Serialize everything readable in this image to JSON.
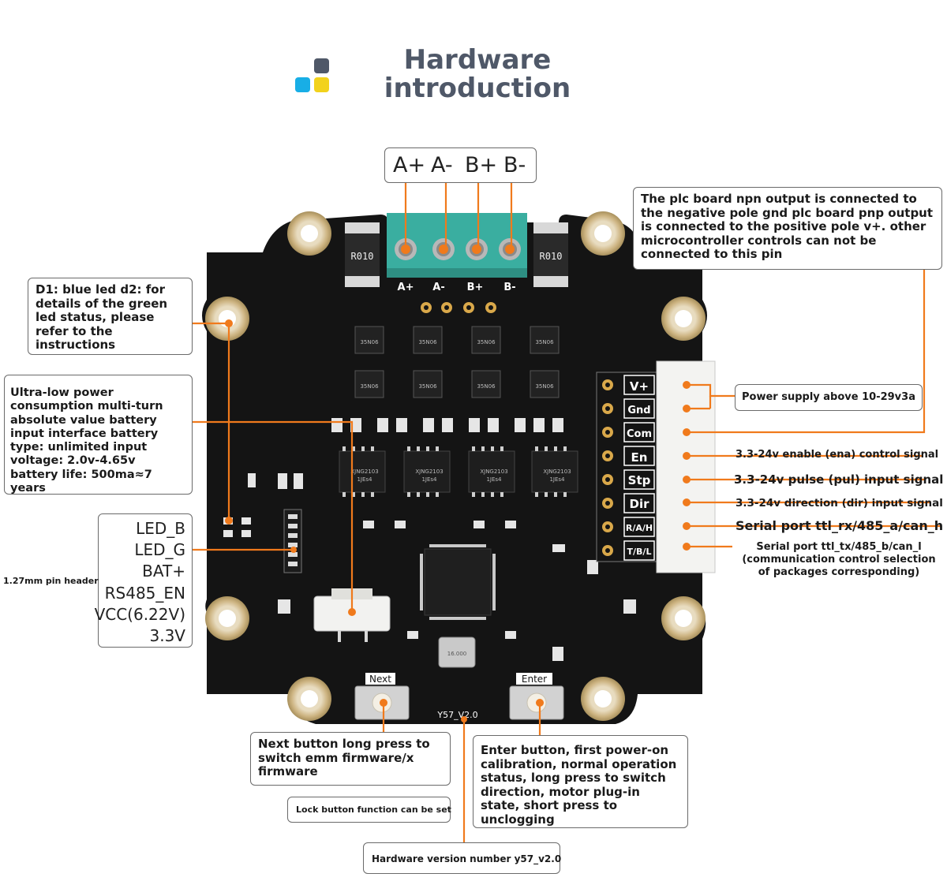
{
  "header": {
    "title_line1": "Hardware",
    "title_line2": "introduction",
    "logo_colors": [
      "#4f5868",
      "#18aee6",
      "#f2d21c"
    ]
  },
  "motor_terminal": {
    "labels": [
      "A+",
      "A-",
      "B+",
      "B-"
    ]
  },
  "board": {
    "silkscreen_motor": [
      "A+",
      "A-",
      "B+",
      "B-"
    ],
    "resistor_label": "R010",
    "mosfet_label": "35N06",
    "driver_label": "XJNG2103",
    "driver_code": "1JEs4",
    "connector_pins": [
      "V+",
      "Gnd",
      "Com",
      "En",
      "Stp",
      "Dir",
      "R/A/H",
      "T/B/L"
    ],
    "button_next": "Next",
    "button_enter": "Enter",
    "version": "Y57_V2.0",
    "crystal_label": "16.000",
    "colors": {
      "pcb": "#141414",
      "pad_gold": "#d6c29a",
      "terminal": "#3aaea0",
      "leader": "#f07a1c"
    }
  },
  "notes": {
    "plc": "The plc board npn output is connected to the negative pole gnd plc board pnp output is connected to the positive pole v+. other microcontroller controls can not be connected to this pin",
    "leds": "D1: blue led d2: for details of the green led status, please refer to the instructions",
    "battery": "Ultra-low power consumption multi-turn absolute value battery input interface battery type: unlimited input voltage: 2.0v-4.65v battery life: 500ma≈7 years",
    "power_supply": "Power supply above 10-29v3a",
    "next_button": "Next button long press to switch emm firmware/x firmware",
    "lock_button": "Lock button function can be set",
    "enter_button": "Enter button, first power-on calibration, normal operation status, long press to switch direction, motor plug-in state, short press to unclogging",
    "hardware_version": "Hardware version number y57_v2.0",
    "pin_header_caption": "1.27mm pin header"
  },
  "pin_header": {
    "labels": [
      "LED_B",
      "LED_G",
      "BAT+",
      "RS485_EN",
      "VCC(6.22V)",
      "3.3V"
    ]
  },
  "signals": {
    "enable": "3.3-24v enable (ena) control signal",
    "pulse": "3.3-24v pulse (pul) input signal",
    "direction": "3.3-24v direction (dir) input signal",
    "serial_rx": "Serial port ttl_rx/485_a/can_h",
    "serial_tx": "Serial port ttl_tx/485_b/can_l",
    "serial_tx_note1": "(communication control selection",
    "serial_tx_note2": "of packages corresponding)"
  }
}
